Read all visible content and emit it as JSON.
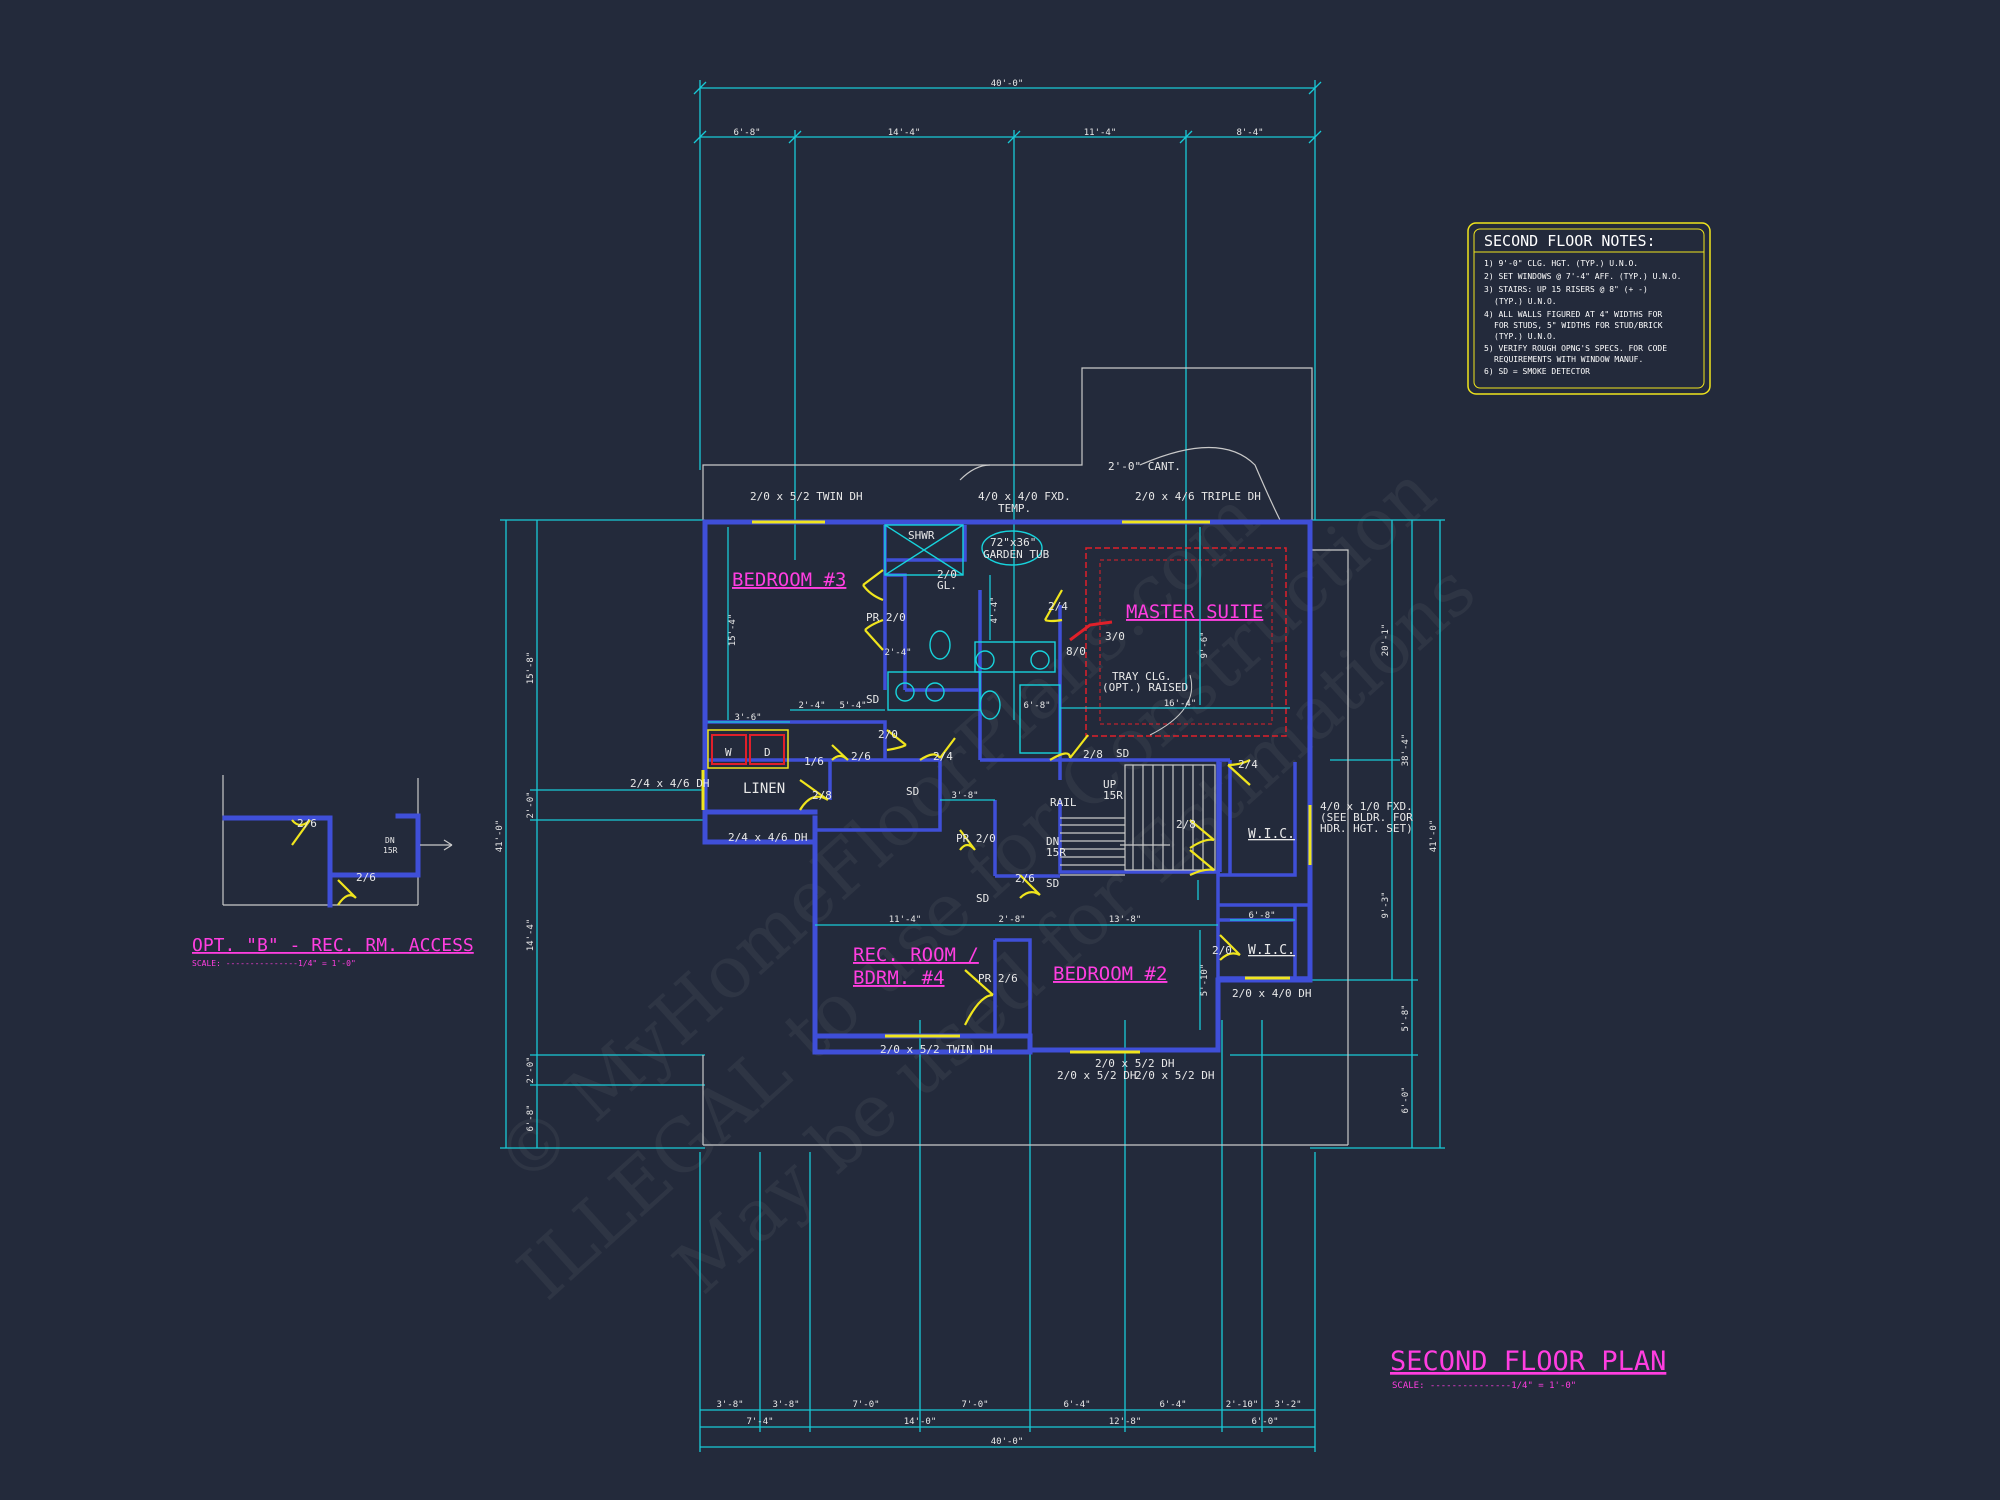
{
  "watermark": {
    "line1": "© MyHomeFloorPlans.com",
    "line2": "ILLEGAL to use for Construction",
    "line3": "May be used for Estimations"
  },
  "colors": {
    "background": "#232a3b",
    "dimension": "#18c9d6",
    "wall": "#3f4fd8",
    "room_label": "#ff3ee0",
    "door": "#f0e51d",
    "tray": "#e0202a"
  },
  "rooms": {
    "bedroom3": "BEDROOM #3",
    "master_suite": "MASTER SUITE",
    "rec_room_line1": "REC. ROOM /",
    "rec_room_line2": "BDRM. #4",
    "bedroom2": "BEDROOM #2",
    "linen": "LINEN",
    "wic1": "W.I.C.",
    "wic2": "W.I.C."
  },
  "labels": {
    "cant": "2'-0\" CANT.",
    "win_b3": "2/0 x 5/2 TWIN DH",
    "win_fxd": "4/0 x 4/0 FXD.",
    "win_temp": "TEMP.",
    "win_triple": "2/0 x 4/6 TRIPLE DH",
    "shwr": "SHWR",
    "garden_tub1": "72\"x36\"",
    "garden_tub2": "GARDEN TUB",
    "gl": "2/0",
    "gl2": "GL.",
    "pr20_a": "PR 2/0",
    "d24_a": "2/4",
    "d30": "3/0",
    "d80": "8/0",
    "tray1": "TRAY CLG.",
    "tray2": "(OPT.) RAISED",
    "sd1": "SD",
    "sd2": "SD",
    "sd3": "SD",
    "sd4": "SD",
    "sd5": "SD",
    "d16": "1/6",
    "d26_a": "2/6",
    "d20_a": "2/0",
    "d24_b": "2/4",
    "d28_a": "2/8",
    "d28_b": "2/8",
    "d24_c": "2/4",
    "d28_c": "2/8",
    "up": "UP",
    "up15": "15R",
    "rail": "RAIL",
    "dn": "DN",
    "dn15": "15R",
    "w": "W",
    "dryer": "D",
    "win_left": "2/4 x 4/6 DH",
    "win_left2": "2/4 x 4/6 DH",
    "pr20_b": "PR 2/0",
    "d26_b": "2/6",
    "pr26": "PR 2/6",
    "d20_b": "2/0",
    "win_rec": "2/0 x 5/2 TWIN DH",
    "win_b2_a": "2/0 x 5/2 DH",
    "win_b2_b": "2/0 x 5/2 DH",
    "win_b2_c": "2/0 x 5/2 DH",
    "win_wic": "2/0 x 4/0 DH",
    "win_right1": "4/0 x 1/0 FXD.",
    "win_right2": "(SEE BLDR. FOR",
    "win_right3": "HDR. HGT. SET)"
  },
  "dimensions": {
    "overall_top": "40'-0\"",
    "top_1": "6'-8\"",
    "top_2": "14'-4\"",
    "top_3": "11'-4\"",
    "top_4": "8'-4\"",
    "bot_1": "3'-8\"",
    "bot_2": "3'-8\"",
    "bot_3": "7'-0\"",
    "bot_4": "7'-0\"",
    "bot_5": "6'-4\"",
    "bot_6": "6'-4\"",
    "bot_7": "2'-10\"",
    "bot_8": "3'-2\"",
    "bot2_1": "7'-4\"",
    "bot2_2": "14'-0\"",
    "bot2_3": "12'-8\"",
    "bot2_4": "6'-0\"",
    "overall_bottom": "40'-0\"",
    "left_overall": "41'-0\"",
    "left_1": "15'-8\"",
    "left_2": "2'-0\"",
    "left_3": "14'-4\"",
    "left_4": "2'-0\"",
    "left_5": "6'-8\"",
    "right_overall": "41'-0\"",
    "right_a": "20'-1\"",
    "right_b": "9'-3\"",
    "right_c": "5'-8\"",
    "right_d": "6'-0\"",
    "right_total": "38'-4\"",
    "in_1": "15'-4\"",
    "in_2": "9'-6\"",
    "in_3": "2'-4\"",
    "in_4": "3'-6\"",
    "in_5": "2'-4\"",
    "in_6": "6'-8\"",
    "in_7": "16'-4\"",
    "in_8": "5'-4\"",
    "in_9": "3'-8\"",
    "in_10": "11'-4\"",
    "in_11": "2'-8\"",
    "in_12": "13'-8\"",
    "in_13": "6'-8\"",
    "in_14": "4'-4\"",
    "in_15": "5'-10\""
  },
  "notes": {
    "title": "SECOND FLOOR NOTES:",
    "lines": [
      "1) 9'-0\" CLG. HGT. (TYP.) U.N.O.",
      "2) SET WINDOWS @ 7'-4\" AFF. (TYP.) U.N.O.",
      "3) STAIRS: UP 15 RISERS @ 8\" (+ -)",
      "(TYP.) U.N.O.",
      "4) ALL WALLS FIGURED AT 4\" WIDTHS FOR",
      "FOR STUDS, 5\" WIDTHS FOR STUD/BRICK",
      "(TYP.) U.N.O.",
      "5) VERIFY ROUGH OPNG'S SPECS. FOR CODE",
      "REQUIREMENTS WITH WINDOW MANUF.",
      "6) SD = SMOKE DETECTOR"
    ]
  },
  "option_b": {
    "title": "OPT. \"B\" - REC. RM. ACCESS",
    "scale": "SCALE: ---------------1/4\" = 1'-0\"",
    "d26_a": "2/6",
    "d26_b": "2/6",
    "dn": "DN",
    "dn15": "15R"
  },
  "plan_title": {
    "title": "SECOND FLOOR PLAN",
    "scale": "SCALE: ---------------1/4\" = 1'-0\""
  }
}
